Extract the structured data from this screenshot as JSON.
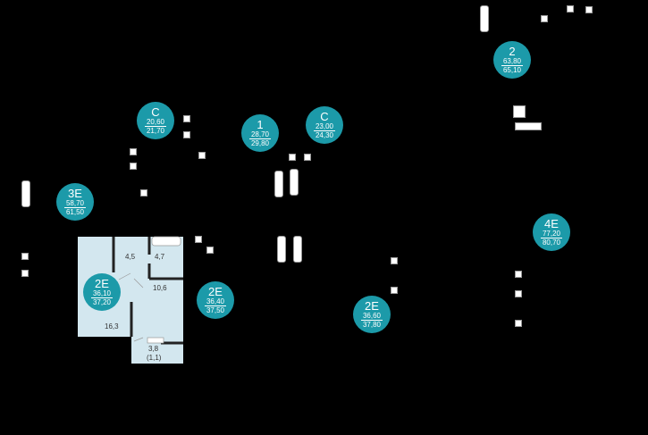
{
  "badge_color": "#1c9aa9",
  "apartments": [
    {
      "type": "C",
      "area_living": "20,60",
      "area_total": "21,70"
    },
    {
      "type": "1",
      "area_living": "28,70",
      "area_total": "29,80"
    },
    {
      "type": "C",
      "area_living": "23,00",
      "area_total": "24,30"
    },
    {
      "type": "2",
      "area_living": "63,80",
      "area_total": "65,10"
    },
    {
      "type": "3E",
      "area_living": "58,70",
      "area_total": "61,50"
    },
    {
      "type": "2E",
      "area_living": "36,10",
      "area_total": "37,20"
    },
    {
      "type": "2E",
      "area_living": "36,40",
      "area_total": "37,50"
    },
    {
      "type": "2E",
      "area_living": "36,60",
      "area_total": "37,80"
    },
    {
      "type": "4E",
      "area_living": "77,20",
      "area_total": "80,70"
    }
  ],
  "selected_plan": {
    "rooms": [
      "4,5",
      "4,7",
      "10,6",
      "16,3",
      "3,8",
      "(1,1)"
    ]
  }
}
